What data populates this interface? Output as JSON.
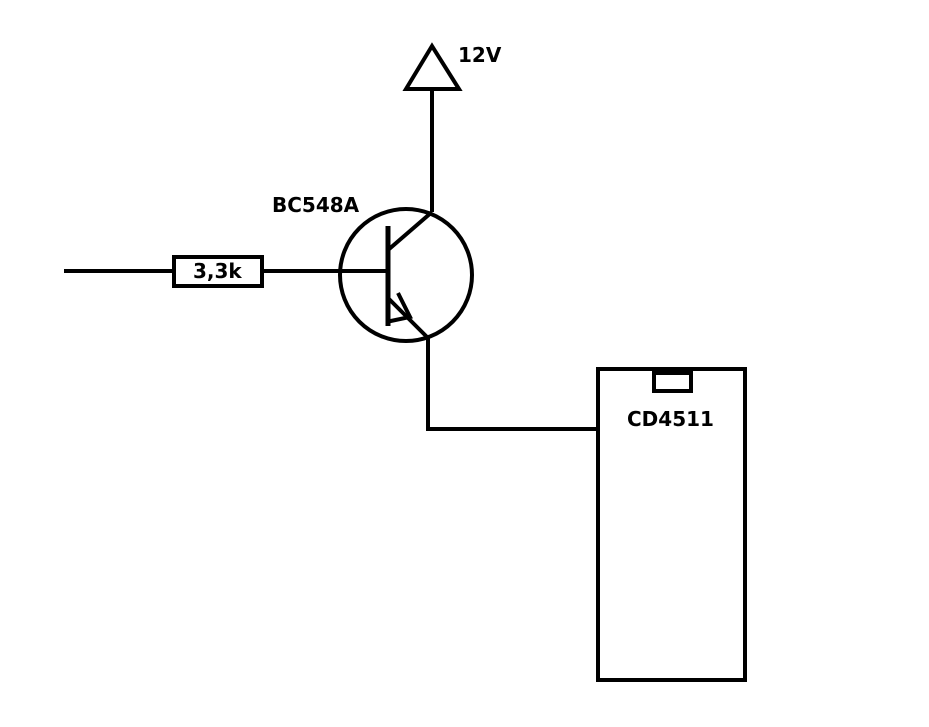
{
  "supply": {
    "label": "12V"
  },
  "transistor": {
    "label": "BC548A"
  },
  "resistor": {
    "label": "3,3k"
  },
  "ic": {
    "label": "CD4511"
  },
  "colors": {
    "ink": "#000000",
    "background": "#ffffff"
  }
}
